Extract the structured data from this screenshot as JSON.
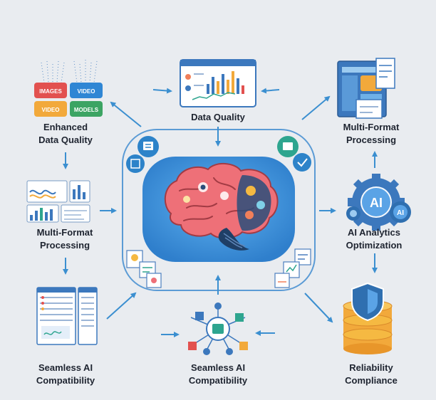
{
  "nodes": {
    "top_left": {
      "line1": "Enhanced",
      "line2": "Data Quality",
      "tiles": [
        "IMAGES",
        "VIDEO",
        "VIDEO",
        "MODELS"
      ]
    },
    "top_center": {
      "line1": "Data Quality"
    },
    "top_right": {
      "line1": "Multi-Format",
      "line2": "Processing"
    },
    "mid_left": {
      "line1": "Multi-Format",
      "line2": "Processing"
    },
    "mid_right": {
      "line1": "AI Analytics",
      "line2": "Optimization",
      "badge_main": "AI",
      "badge_small": "AI"
    },
    "bottom_left": {
      "line1": "Seamless AI",
      "line2": "Compatibility"
    },
    "bottom_center": {
      "line1": "Seamless AI",
      "line2": "Compatibility"
    },
    "bottom_right": {
      "line1": "Reliability",
      "line2": "Compliance"
    }
  },
  "colors": {
    "background": "#e9ecf0",
    "arrow": "#3b8fd0",
    "ring": "#5b9bd5",
    "hub_blue": "#3d8fd8",
    "brain_pink": "#ee7078",
    "brain_stem": "#1f3f66",
    "text": "#1e2430"
  },
  "icons": [
    "network-icon",
    "chart-icon",
    "shield-icon",
    "gear-icon",
    "brain-icon",
    "database-icon",
    "document-icon"
  ]
}
